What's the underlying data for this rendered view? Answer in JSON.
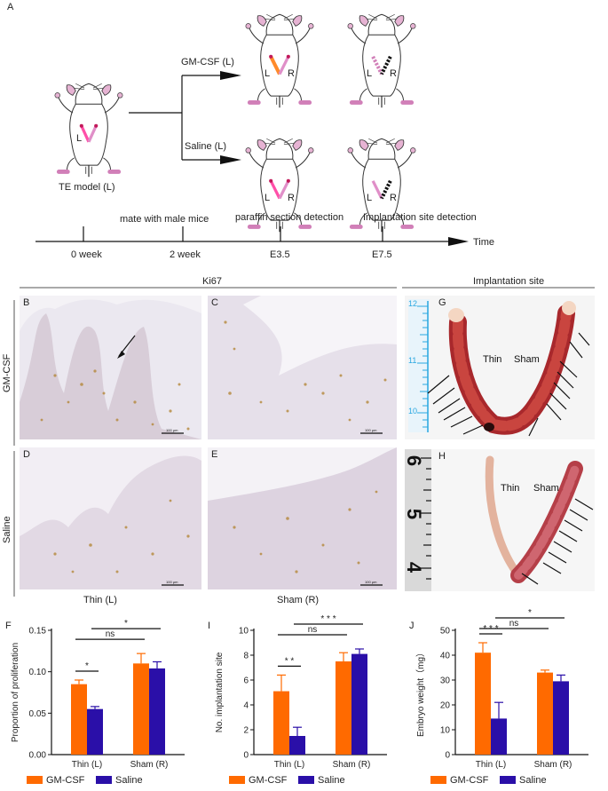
{
  "panel_labels": {
    "A": "A",
    "B": "B",
    "C": "C",
    "D": "D",
    "E": "E",
    "F": "F",
    "G": "G",
    "H": "H",
    "I": "I",
    "J": "J"
  },
  "schematic": {
    "te_model": "TE model (L)",
    "branch_gm": "GM-CSF (L)",
    "branch_saline": "Saline (L)",
    "L": "L",
    "R": "R",
    "timeline": {
      "axis_label": "Time",
      "ticks": [
        "0 week",
        "2 week",
        "E3.5",
        "E7.5"
      ],
      "events": [
        "mate with male mice",
        "paraffin section detection",
        "Implantation site detection"
      ]
    }
  },
  "histology": {
    "ki67_title": "Ki67",
    "implant_title": "Implantation site",
    "row_gm": "GM-CSF",
    "row_saline": "Saline",
    "col_thin": "Thin (L)",
    "col_sham": "Sham (R)",
    "scale_bar": "100 μm",
    "photo_thin": "Thin",
    "photo_sham": "Sham",
    "ruler_g": [
      "12",
      "11",
      "10"
    ],
    "ruler_h": [
      "6",
      "5",
      "4"
    ]
  },
  "colors": {
    "gm_csf": "#ff6a00",
    "saline": "#2a0fa8"
  },
  "chart_data": [
    {
      "type": "bar",
      "panel": "F",
      "categories": [
        "Thin (L)",
        "Sham (R)"
      ],
      "ylabel": "Proportion of proliferation",
      "ylim": [
        0,
        0.15
      ],
      "yticks": [
        "0.00",
        "0.05",
        "0.10",
        "0.15"
      ],
      "series": [
        {
          "name": "GM-CSF",
          "values": [
            0.085,
            0.11
          ],
          "errors": [
            0.005,
            0.012
          ]
        },
        {
          "name": "Saline",
          "values": [
            0.055,
            0.104
          ],
          "errors": [
            0.003,
            0.008
          ]
        }
      ],
      "significance": [
        "*",
        "ns",
        "*"
      ],
      "legend": [
        "GM-CSF",
        "Saline"
      ]
    },
    {
      "type": "bar",
      "panel": "I",
      "categories": [
        "Thin (L)",
        "Sham (R)"
      ],
      "ylabel": "No. implantation site",
      "ylim": [
        0,
        10
      ],
      "yticks": [
        "0",
        "2",
        "4",
        "6",
        "8",
        "10"
      ],
      "series": [
        {
          "name": "GM-CSF",
          "values": [
            5.1,
            7.5
          ],
          "errors": [
            1.3,
            0.7
          ]
        },
        {
          "name": "Saline",
          "values": [
            1.5,
            8.1
          ],
          "errors": [
            0.7,
            0.4
          ]
        }
      ],
      "significance": [
        "* *",
        "ns",
        "* * *"
      ],
      "legend": [
        "GM-CSF",
        "Saline"
      ]
    },
    {
      "type": "bar",
      "panel": "J",
      "categories": [
        "Thin (L)",
        "Sham (R)"
      ],
      "ylabel": "Embryo weight（mg）",
      "ylim": [
        0,
        50
      ],
      "yticks": [
        "0",
        "10",
        "20",
        "30",
        "40",
        "50"
      ],
      "series": [
        {
          "name": "GM-CSF",
          "values": [
            41,
            33
          ],
          "errors": [
            4,
            1
          ]
        },
        {
          "name": "Saline",
          "values": [
            14.5,
            29.5
          ],
          "errors": [
            6.5,
            2.5
          ]
        }
      ],
      "significance": [
        "* * *",
        "ns",
        "*"
      ],
      "legend": [
        "GM-CSF",
        "Saline"
      ]
    }
  ]
}
